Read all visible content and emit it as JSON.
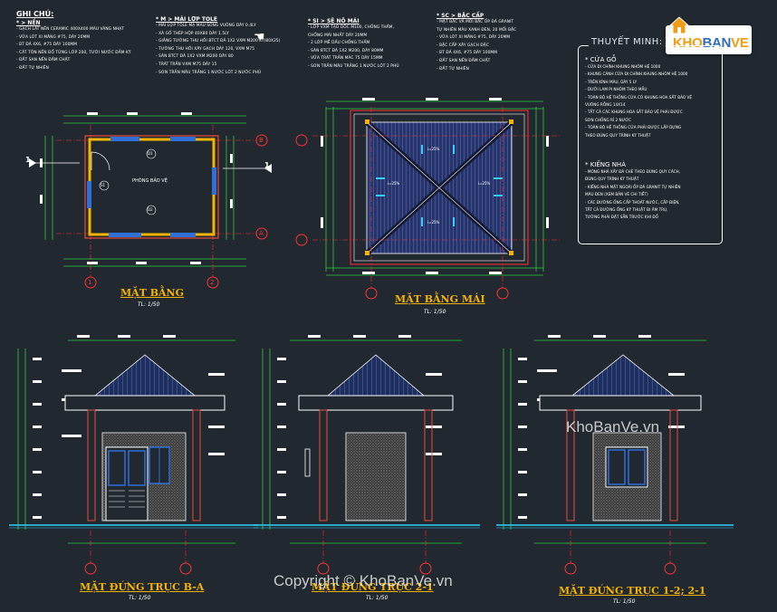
{
  "notes": {
    "title": "GHI CHÚ:",
    "floor": {
      "head": "* > NỀN",
      "lines": [
        "- GẠCH LÁT NỀN CERAMIC 400X400 MÀU VÀNG NHẠT",
        "- VỮA LÓT XI MĂNG #75, DÀY 20MM",
        "- BT ĐÁ 4X6, #75 DÀY 100MM",
        "- CÁT TÔN NỀN ĐỔ TỪNG LỚP 200, TƯỚI NƯỚC ĐẦM KỸ",
        "- ĐẤT SAN NỀN ĐẦM CHẶT",
        "- ĐẤT TỰ NHIÊN"
      ]
    },
    "roof": {
      "head": "* M > MÁI LỢP TOLE",
      "lines": [
        "- MÁI LỢP TOLE MẠ MÀU SÓNG VUÔNG DÀY 0.4LY",
        "- XÀ GỒ THÉP HỘP 40X80 DÀY 1.5LY",
        "- GIẰNG TƯỜNG THU HỒI BTCT ĐÁ 1X2 VXM M200 KT(80X25)",
        "- TƯỜNG THU HỒI XÂY GẠCH DÀY 120, VXM M75",
        "- SÀN BTCT ĐÁ 1X2 VXM M200 DÀY 80",
        "- TRÁT TRẦN VXM M75 DÀY 15",
        "- SƠN TRẦN MÀU TRẮNG 1 NƯỚC LÓT 2 NƯỚC PHỦ"
      ]
    },
    "wc": {
      "head": "* SI > SÊ NÔ MÁI",
      "lines": [
        "- LỚP VXM TẠO DỐC M100, CHỐNG THẤM,",
        "  CHỐNG MÀI NHẤT DÀY 20MM",
        "- 2 LỚP MỀ DẦU CHỐNG THẤM",
        "- SÀN BTCT ĐÁ 1X2 M200, DÀY 80MM",
        "- VỮA TRÁT TRẦN MÁC 75 DÀY 15MM",
        "- SƠN TRẦN MÀU TRẮNG 1 NƯỚC LÓT 2 PHỦ"
      ]
    },
    "step": {
      "head": "* SC > BẬC CẤP",
      "lines": [
        "- MẶT BẬC VÀ MÕI BẬC ỐP ĐÁ GRANIT",
        "  TỰ NHIÊN MÀU XANH ĐEN, 20 MỐI BẬC",
        "- VỮA LÓT XI MĂNG #75, DÀY 20MM",
        "- BẬC CẤP XÂY GẠCH ĐẶC",
        "- BT ĐÁ 4X6, #75 DÀY 100MM",
        "- ĐẤT SAN NỀN ĐẦM CHẶT",
        "- ĐẤT TỰ NHIÊN"
      ]
    }
  },
  "explanation": {
    "title": "THUYẾT MINH:",
    "door_head": "* CỬA GỖ",
    "door_lines": [
      "- CỬA ĐI CHÍNH KHUNG NHÔM HỆ 1000",
      "- KHUNG CÁNH CỬA ĐI CHÍNH KHUNG NHÔM HỆ 1000",
      "- TRÊN KÍNH MÀU, DÀY 5 LY",
      "- DƯỚI LAM PI NHÔM THEO MẪU",
      "- TOÀN BỘ HỆ THỐNG CỬA CÓ KHUNG HOA SẮT BẢO VỆ",
      "  VUÔNG RỖNG 14X14",
      "- TẤT CẢ CÁC KHUNG HOA SẮT BẢO VỆ PHẢI ĐƯỢC",
      "  SƠN CHỐNG RỈ 2 NƯỚC",
      "- TOÀN BỘ HỆ THỐNG CỬA PHẢI ĐƯỢC LẮP DỰNG",
      "  THEO ĐÚNG QUY TRÌNH KỸ THUẬT"
    ],
    "house_head": "* KIẾNG NHÀ",
    "house_lines": [
      "- MÓNG NHÀ XÂY ĐÁ CHẺ THEO ĐÚNG QUY CÁCH,",
      "  ĐÚNG QUY TRÌNH KỸ THUẬT",
      "- KIẾNG NHÀ MẶT NGOÀI ỐP ĐÁ GRANIT TỰ NHIÊN",
      "  MÀU ĐEN (XEM BẢN VẼ CHI TIẾT)",
      "- CÁC ĐƯỜNG ỐNG CẤP THOÁT NƯỚC, CẤP ĐIỆN,",
      "  TẤT CẢ ĐƯỜNG ỐNG KỸ THUẬT ĐI ÂM TRỤ,",
      "  TƯỜNG PHẢI ĐẶT SẴN TRƯỚC KHI ĐỔ"
    ]
  },
  "plan": {
    "title": "MẶT BẰNG",
    "scale": "TL: 1/50",
    "room_label": "PHÒNG BẢO VỆ",
    "tags": [
      "D1",
      "D2",
      "S1"
    ],
    "axes_letters": [
      "B",
      "A"
    ],
    "axes_numbers": [
      "1",
      "2"
    ],
    "section_mark": "1"
  },
  "roof_plan": {
    "title": "MẶT BẰNG MÁI",
    "scale": "TL: 1/50",
    "slope_label": "i=25%"
  },
  "elev1": {
    "title": "MẶT ĐỨNG TRỤC B-A",
    "scale": "TL: 1/50"
  },
  "elev2": {
    "title": "MẶT ĐỨNG TRỤC 2-1",
    "scale": "TL: 1/50"
  },
  "elev3": {
    "title": "MẶT ĐỨNG TRỤC 1-2; 2-1",
    "scale": "TL: 1/50"
  },
  "logo": {
    "part1": "KHO",
    "part2": "BAN",
    "part3": "VE"
  },
  "watermark": "KhoBanVe.vn",
  "copyright": "Copyright © KhoBanVe.vn",
  "colors": {
    "background": "#212830",
    "accent_yellow": "#f5b400",
    "dim_green": "#2ecc40",
    "wall_red": "#e74c3c",
    "axis_red": "#ff3333",
    "roof_blue": "#5b6ec7",
    "cyan": "#2fd1ff"
  }
}
